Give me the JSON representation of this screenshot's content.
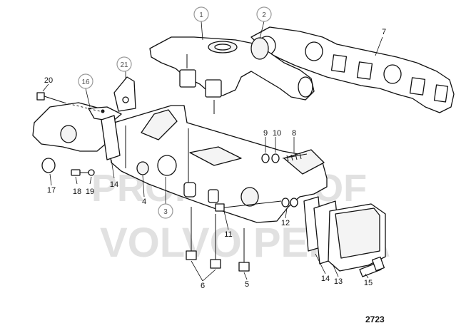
{
  "watermark": {
    "line1": "PROPERTY OF",
    "line2": "VOLVO PENTA"
  },
  "reference_number": "2723",
  "callouts": [
    {
      "id": "1",
      "circled": true
    },
    {
      "id": "2",
      "circled": true
    },
    {
      "id": "3",
      "circled": true
    },
    {
      "id": "4",
      "circled": false
    },
    {
      "id": "5",
      "circled": false
    },
    {
      "id": "6",
      "circled": false
    },
    {
      "id": "7",
      "circled": false
    },
    {
      "id": "8",
      "circled": false
    },
    {
      "id": "9",
      "circled": false
    },
    {
      "id": "10",
      "circled": false
    },
    {
      "id": "11",
      "circled": false
    },
    {
      "id": "12",
      "circled": false
    },
    {
      "id": "13",
      "circled": false
    },
    {
      "id": "14a",
      "text": "14",
      "circled": false
    },
    {
      "id": "14b",
      "text": "14",
      "circled": false
    },
    {
      "id": "15",
      "circled": false
    },
    {
      "id": "16",
      "circled": true
    },
    {
      "id": "17",
      "circled": false
    },
    {
      "id": "18",
      "circled": false
    },
    {
      "id": "19",
      "circled": false
    },
    {
      "id": "20",
      "circled": false
    },
    {
      "id": "21",
      "circled": true
    }
  ],
  "callout_text": {
    "c1": "1",
    "c2": "2",
    "c3": "3",
    "c4": "4",
    "c5": "5",
    "c6": "6",
    "c7": "7",
    "c8": "8",
    "c9": "9",
    "c10": "10",
    "c11": "11",
    "c12": "12",
    "c13": "13",
    "c14a": "14",
    "c14b": "14",
    "c15": "15",
    "c16": "16",
    "c17": "17",
    "c18": "18",
    "c19": "19",
    "c20": "20",
    "c21": "21"
  }
}
